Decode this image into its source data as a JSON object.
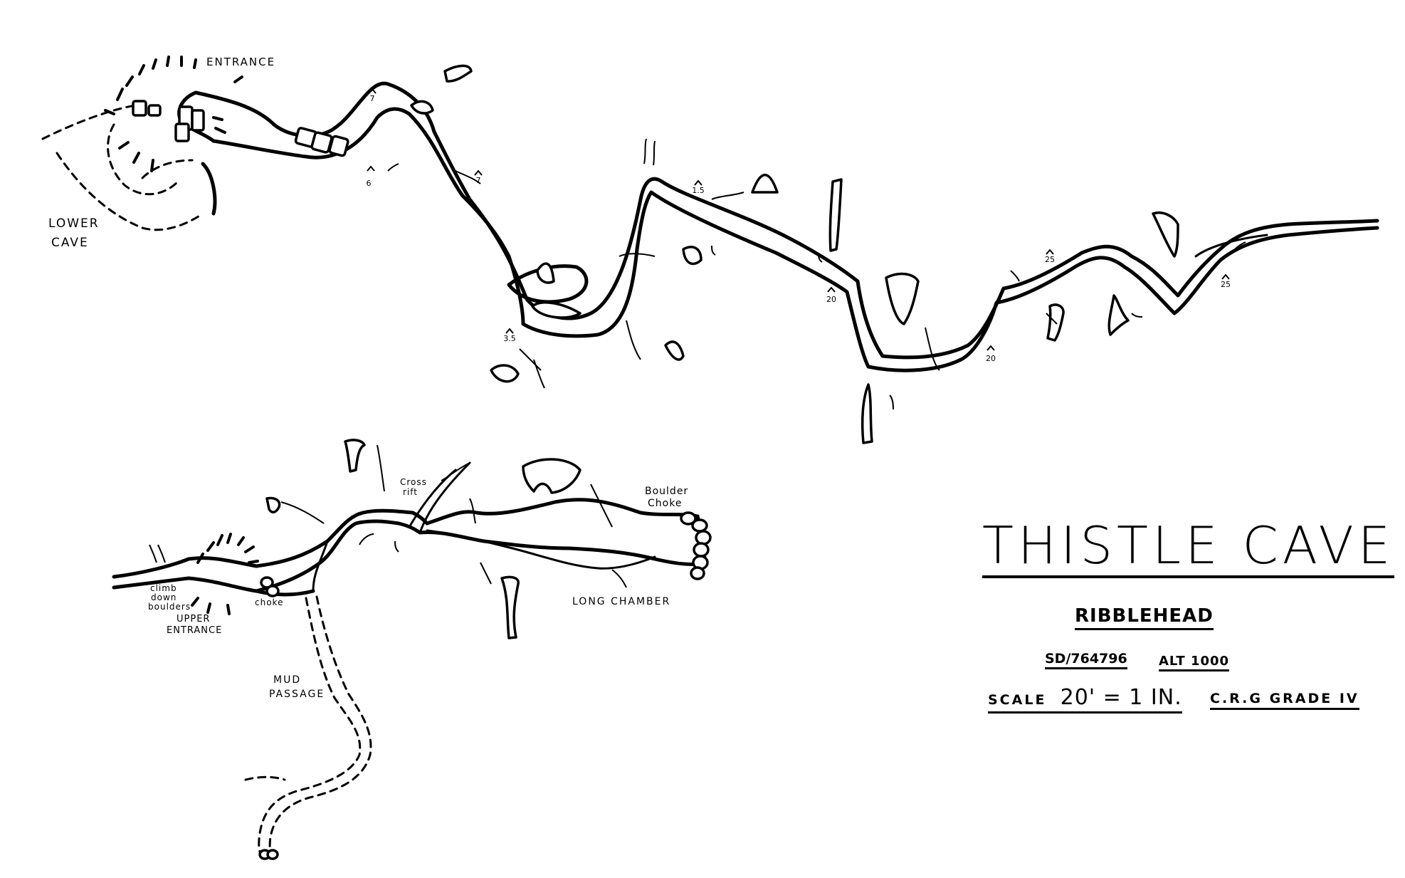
{
  "map": {
    "title": "THISTLE CAVE",
    "location": "RIBBLEHEAD",
    "grid_reference": "SD/764796",
    "altitude": "ALT 1000",
    "scale_prefix": "SCALE",
    "scale_value": "20' = 1 IN.",
    "grade": "C.R.G GRADE IV"
  },
  "labels": {
    "entrance": "ENTRANCE",
    "lower_cave_1": "LOWER",
    "lower_cave_2": "CAVE",
    "cross_rift_1": "Cross",
    "cross_rift_2": "rift",
    "boulder_choke_1": "Boulder",
    "boulder_choke_2": "Choke",
    "long_chamber": "LONG CHAMBER",
    "climb_1": "climb",
    "climb_2": "down",
    "climb_3": "boulders",
    "upper_entrance_1": "UPPER",
    "upper_entrance_2": "ENTRANCE",
    "choke": "choke",
    "mud_passage_1": "MUD",
    "mud_passage_2": "PASSAGE"
  },
  "depth_markers": [
    {
      "id": "d1",
      "value": "7"
    },
    {
      "id": "d2",
      "value": "6"
    },
    {
      "id": "d3",
      "value": "7"
    },
    {
      "id": "d4",
      "value": "1.5"
    },
    {
      "id": "d5",
      "value": "3.5"
    },
    {
      "id": "d6",
      "value": "20"
    },
    {
      "id": "d7",
      "value": "25"
    },
    {
      "id": "d8",
      "value": "20"
    },
    {
      "id": "d9",
      "value": "25"
    }
  ]
}
